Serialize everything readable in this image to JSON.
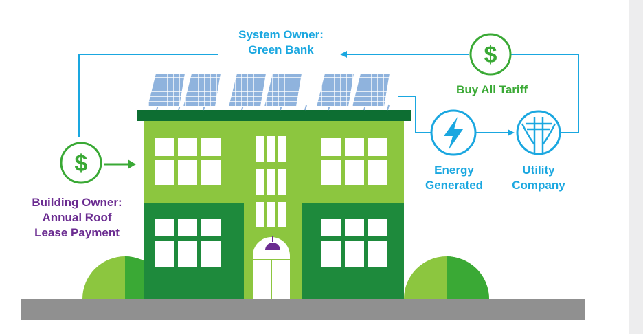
{
  "labels": {
    "system_owner_line1": "System Owner:",
    "system_owner_line2": "Green Bank",
    "buy_all_tariff": "Buy All Tariff",
    "energy_line1": "Energy",
    "energy_line2": "Generated",
    "utility_line1": "Utility",
    "utility_line2": "Company",
    "building_owner_line1": "Building Owner:",
    "building_owner_line2": "Annual Roof",
    "building_owner_line3": "Lease Payment"
  },
  "icons": {
    "payment_to_bank": "dollar-icon",
    "payment_to_owner": "dollar-icon",
    "energy": "lightning-bolt-icon",
    "utility": "power-pole-icon",
    "dollar_glyph": "$"
  },
  "colors": {
    "flow_blue": "#1aa7e0",
    "money_green": "#3aa935",
    "building_light": "#8cc63f",
    "building_dark": "#1e8a3c",
    "roof_trim": "#0d6e32",
    "panel_blue": "#8fb3dd",
    "owner_purple": "#6b2c91",
    "ground_gray": "#909090"
  }
}
